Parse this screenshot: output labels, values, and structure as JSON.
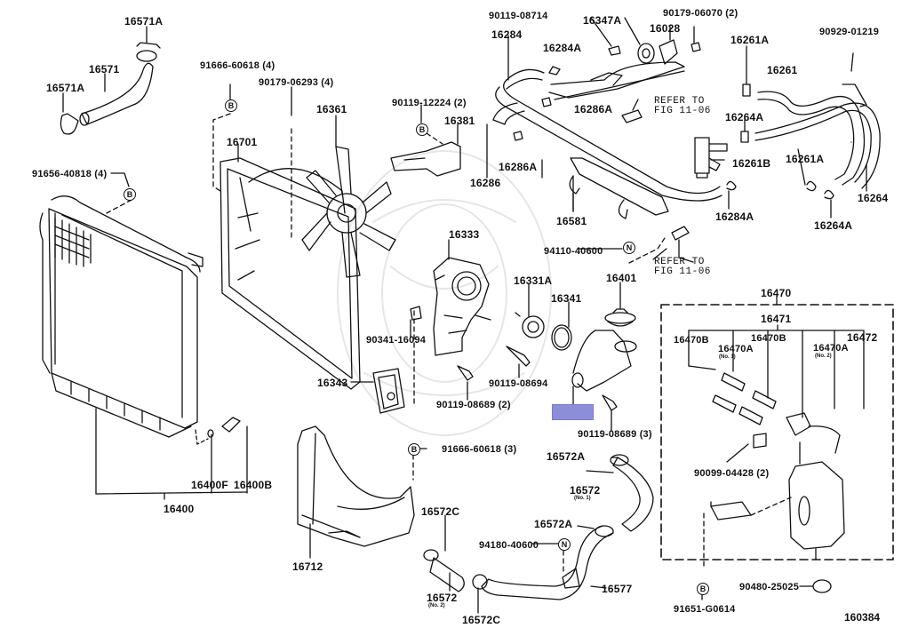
{
  "diagram": {
    "title": "Radiator & Water Outlet",
    "figure_number": "160384",
    "highlight_color": "#8c8fd8",
    "line_color": "#111111",
    "reference_note": {
      "line1": "REFER TO",
      "line2": "FIG 11-06"
    },
    "symbols": {
      "bolt_marker": "B",
      "nut_marker": "N"
    },
    "callouts": {
      "p16571A_top": "16571A",
      "p16571": "16571",
      "p16571A_left": "16571A",
      "p91666_60618_4": "91666-60618 (4)",
      "p90179_06293_4": "90179-06293 (4)",
      "p16361": "16361",
      "p16701": "16701",
      "p91656_40818_4": "91656-40818 (4)",
      "p90119_12224_2": "90119-12224 (2)",
      "p16381": "16381",
      "p90119_08714": "90119-08714",
      "p16347A": "16347A",
      "p90179_06070_2": "90179-06070 (2)",
      "p16028": "16028",
      "p16284": "16284",
      "p16284A_top": "16284A",
      "p16286A_right": "16286A",
      "p16286": "16286",
      "p16286A_bottom": "16286A",
      "p16581": "16581",
      "p16261A_top": "16261A",
      "p16261": "16261",
      "p90929_01219": "90929-01219",
      "p16264A_top": "16264A",
      "p16261B": "16261B",
      "p16261A_bottom": "16261A",
      "p16264": "16264",
      "p16284A_bottom": "16284A",
      "p16264A_bottom": "16264A",
      "p94110_40600": "94110-40600",
      "p16333": "16333",
      "p16331A": "16331A",
      "p16341": "16341",
      "p16401": "16401",
      "p90341_16094": "90341-16094",
      "p90119_08694": "90119-08694",
      "p16343": "16343",
      "p90119_08689_2": "90119-08689 (2)",
      "p90119_08689_3": "90119-08689 (3)",
      "p16470": "16470",
      "p16471": "16471",
      "p16470B_left": "16470B",
      "p16470A_no1": "16470A",
      "p16470A_no1_sub": "(No. 1)",
      "p16470B_mid": "16470B",
      "p16470A_no2": "16470A",
      "p16470A_no2_sub": "(No. 2)",
      "p16472": "16472",
      "p90099_04428_2": "90099-04428 (2)",
      "p90480_25025": "90480-25025",
      "p91651_G0614": "91651-G0614",
      "p16400F": "16400F",
      "p16400B": "16400B",
      "p16400": "16400",
      "p16712": "16712",
      "p91666_60618_3": "91666-60618 (3)",
      "p16572A_top": "16572A",
      "p16572_no1": "16572",
      "p16572_no1_sub": "(No. 1)",
      "p16572A_mid": "16572A",
      "p16572C_top": "16572C",
      "p94180_40600": "94180-40600",
      "p16572_no2": "16572",
      "p16572_no2_sub": "(No. 2)",
      "p16577": "16577",
      "p16572C_bottom": "16572C"
    }
  }
}
